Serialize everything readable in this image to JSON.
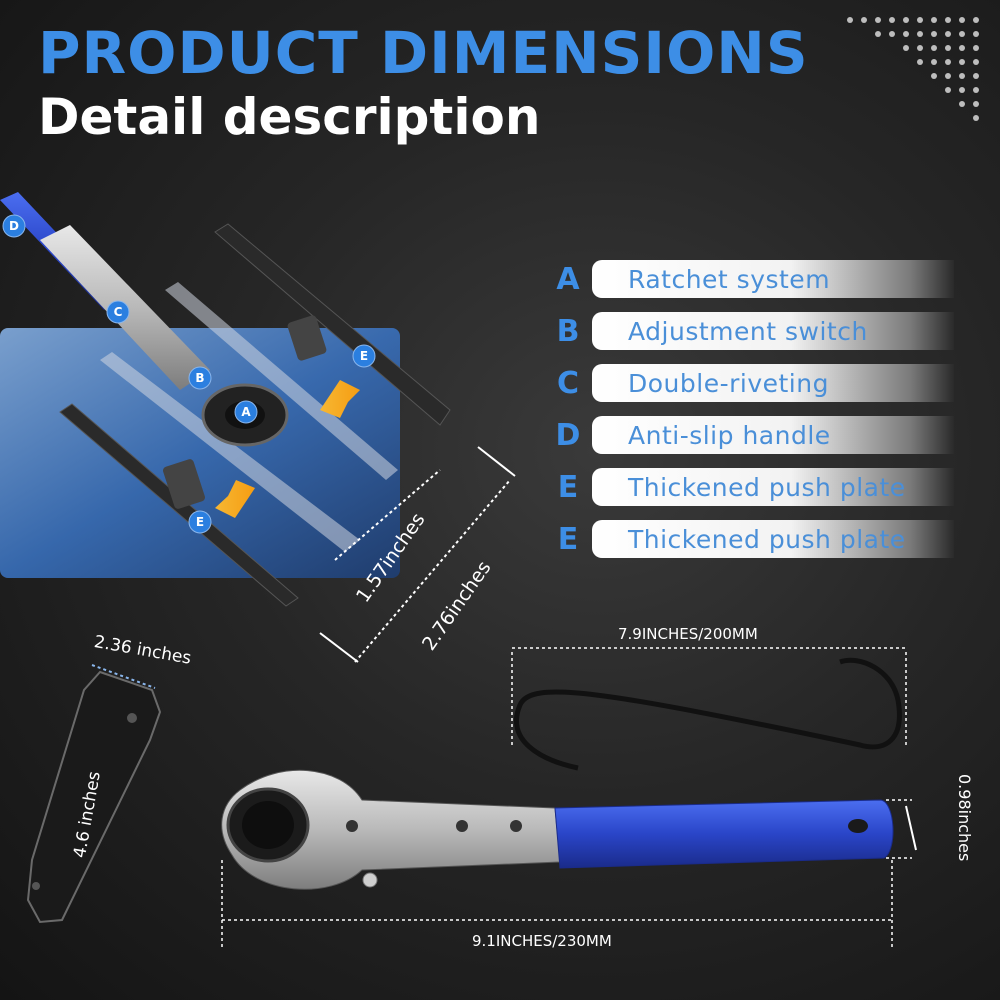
{
  "header": {
    "title": "PRODUCT DIMENSIONS",
    "subtitle": "Detail description"
  },
  "features": [
    {
      "letter": "A",
      "label": "Ratchet system"
    },
    {
      "letter": "B",
      "label": "Adjustment switch"
    },
    {
      "letter": "C",
      "label": "Double-riveting"
    },
    {
      "letter": "D",
      "label": "Anti-slip handle"
    },
    {
      "letter": "E",
      "label": "Thickened push plate"
    },
    {
      "letter": "E",
      "label": "Thickened push plate"
    }
  ],
  "callouts": {
    "a": "A",
    "b": "B",
    "c": "C",
    "d": "D",
    "e1": "E",
    "e2": "E"
  },
  "dimensions": {
    "inner_gap": "1.57inches",
    "outer_gap": "2.76inches",
    "plate_width": "2.36 inches",
    "plate_length": "4.6 inches",
    "hook_length": "7.9INCHES/200MM",
    "handle_width": "0.98inches",
    "wrench_length": "9.1INCHES/230MM"
  },
  "colors": {
    "accent": "#3d8ee6",
    "handle": "#2a45c8",
    "background": "#262626"
  }
}
